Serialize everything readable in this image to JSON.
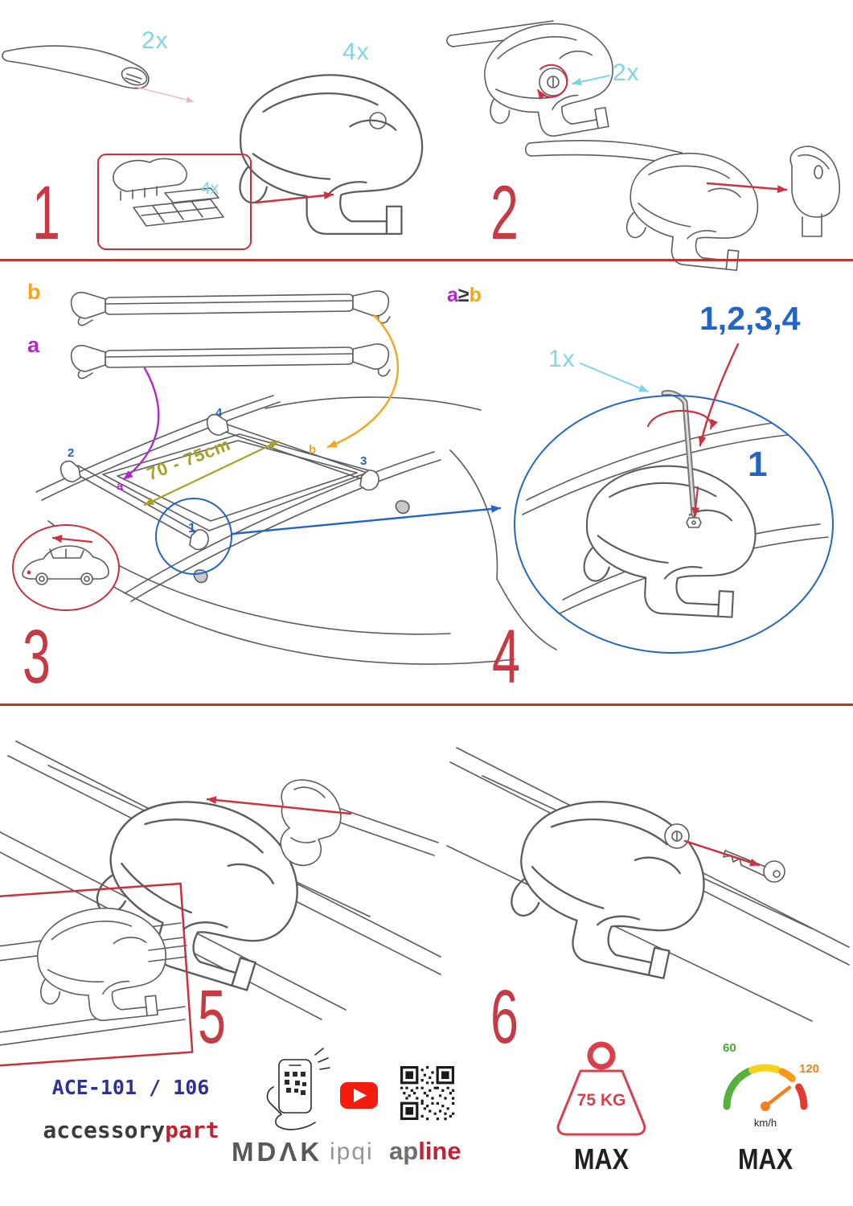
{
  "step1": {
    "number": "1",
    "bar_qty": "2x",
    "foot_qty": "4x",
    "pad_qty": "4x"
  },
  "step2": {
    "number": "2",
    "lock_qty": "2x"
  },
  "step3": {
    "number": "3",
    "bar_b_label": "b",
    "bar_a_label": "a",
    "pos4": "4",
    "pos2": "2",
    "posb": "b",
    "pos3": "3",
    "posa": "a",
    "pos1": "1",
    "distance": "70 - 75cm"
  },
  "step4": {
    "number": "4",
    "cond_a": "a",
    "cond_op": "≥",
    "cond_b": "b",
    "sequence": "1,2,3,4",
    "key_qty": "1x",
    "tighten_pos": "1"
  },
  "step5": {
    "number": "5"
  },
  "step6": {
    "number": "6"
  },
  "footer": {
    "model": "ACE-101 / 106",
    "brand_main": "accessory",
    "brand_accent": "part",
    "logo_mdak": "MDΛK",
    "logo_ipqi": "ipqi",
    "logo_ap": "ap",
    "logo_line": "line",
    "weight_value": "75 KG",
    "weight_max": "MAX",
    "speed_low": "60",
    "speed_high": "120",
    "speed_unit": "km/h",
    "speed_max": "MAX"
  }
}
